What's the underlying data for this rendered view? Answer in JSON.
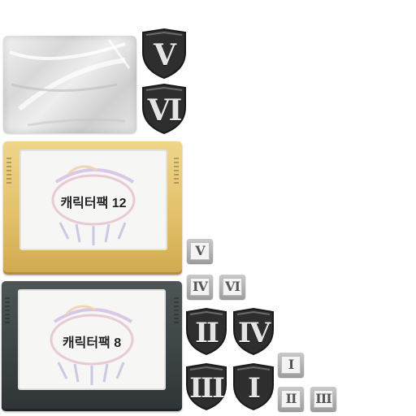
{
  "colors": {
    "gold_cartridge": "#e2bf68",
    "dark_cartridge": "#3b4244",
    "shield_fill": "#2e2e2e",
    "shield_highlight": "#cfcfcf",
    "tile_face": "#f4f4f4"
  },
  "cartridges": [
    {
      "label": "캐릭터팩 12",
      "color": "gold"
    },
    {
      "label": "캐릭터팩 8",
      "color": "dark"
    }
  ],
  "shields": [
    {
      "numeral": "V"
    },
    {
      "numeral": "VI"
    },
    {
      "numeral": "II"
    },
    {
      "numeral": "IV"
    },
    {
      "numeral": "III"
    },
    {
      "numeral": "I"
    }
  ],
  "tiles": [
    {
      "numeral": "V"
    },
    {
      "numeral": "IV"
    },
    {
      "numeral": "VI"
    },
    {
      "numeral": "I"
    },
    {
      "numeral": "II"
    },
    {
      "numeral": "III"
    }
  ]
}
